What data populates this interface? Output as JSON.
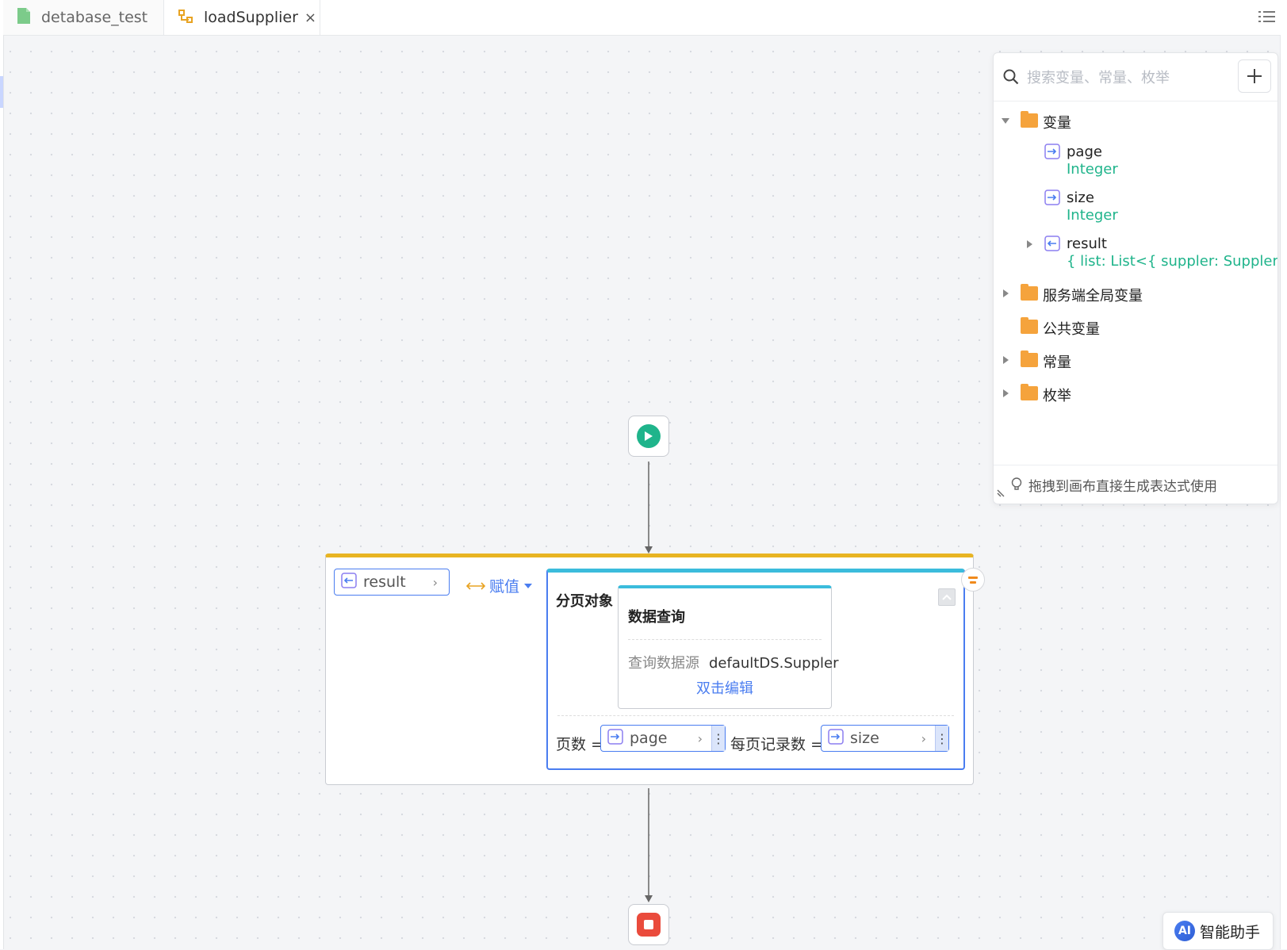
{
  "tabs": [
    {
      "label": "detabase_test",
      "icon": "file-icon",
      "closable": false
    },
    {
      "label": "loadSupplier",
      "icon": "logic-flow-icon",
      "closable": true,
      "close_label": "×"
    }
  ],
  "canvas": {
    "assign": {
      "target_var": "result",
      "operator_label": "赋值",
      "page_object": {
        "title": "分页对象",
        "query": {
          "title": "数据查询",
          "source_key": "查询数据源",
          "source_value": "defaultDS.Suppler",
          "edit_hint": "双击编辑"
        },
        "params": [
          {
            "label": "页数",
            "eq": "=",
            "value": "page"
          },
          {
            "label": "每页记录数",
            "eq": "=",
            "value": "size"
          }
        ]
      }
    }
  },
  "var_panel": {
    "search_placeholder": "搜索变量、常量、枚举",
    "tree": {
      "variables": {
        "label": "变量",
        "items": [
          {
            "name": "page",
            "type": "Integer"
          },
          {
            "name": "size",
            "type": "Integer"
          },
          {
            "name": "result",
            "type": "{ list: List<{ suppler: Suppler }>"
          }
        ]
      },
      "server_globals": "服务端全局变量",
      "public_vars": "公共变量",
      "constants": "常量",
      "enums": "枚举"
    },
    "footer_tip": "拖拽到画布直接生成表达式使用"
  },
  "ai_assistant": {
    "badge": "AI",
    "label": "智能助手"
  },
  "colors": {
    "accent": "#4a7df0",
    "assign_bar": "#e8b422",
    "query_bar": "#3bbcdc",
    "type_green": "#1fb48b",
    "folder": "#f5a33c",
    "start": "#1fb48b",
    "end": "#ea4b3c"
  }
}
